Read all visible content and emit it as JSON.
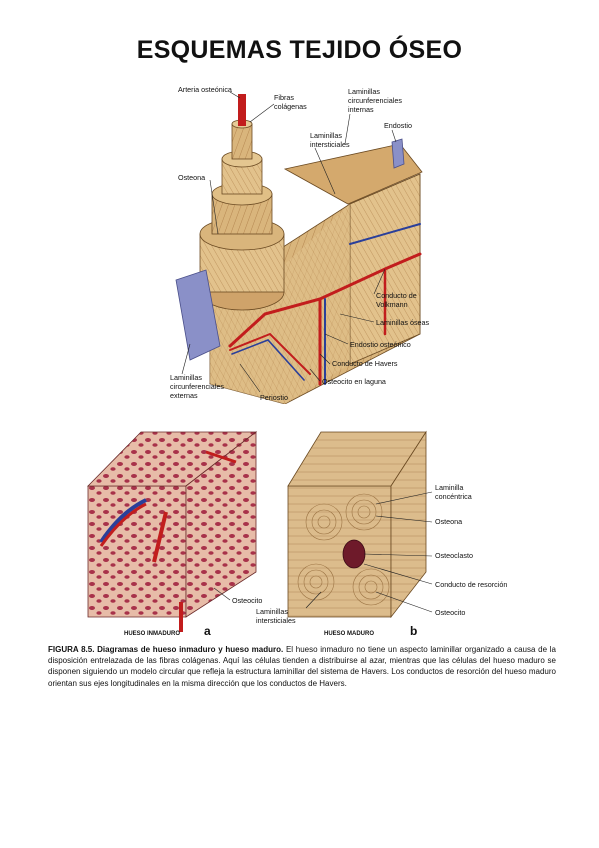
{
  "title": "ESQUEMAS TEJIDO ÓSEO",
  "top_diagram": {
    "labels": {
      "arteria": "Arteria osteónica",
      "fibras1": "Fibras",
      "fibras2": "colágenas",
      "lam_int1": "Laminillas",
      "lam_int2": "circunferenciales",
      "lam_int3": "internas",
      "endostio": "Endostio",
      "lam_inter1": "Laminillas",
      "lam_inter2": "intersticiales",
      "osteona": "Osteona",
      "volk1": "Conducto de",
      "volk2": "Volkmann",
      "lam_oseas": "Laminillas óseas",
      "endostio_osteonico": "Endostio osteónico",
      "havers": "Conducto de Havers",
      "osteocito_laguna": "Osteocito en laguna",
      "lam_ext1": "Laminillas",
      "lam_ext2": "circunferenciales",
      "lam_ext3": "externas",
      "periostio": "Periostio"
    }
  },
  "bottom_diagram": {
    "a": {
      "letter": "a",
      "caption": "HUESO INMADURO",
      "osteocito": "Osteocito"
    },
    "b": {
      "letter": "b",
      "caption": "HUESO MADURO",
      "lam_conc1": "Laminilla",
      "lam_conc2": "concéntrica",
      "osteona": "Osteona",
      "osteoclasto": "Osteoclasto",
      "resorcion": "Conducto de resorción",
      "osteocito": "Osteocito",
      "lam_inter1": "Laminillas",
      "lam_inter2": "intersticiales"
    }
  },
  "figure_caption": {
    "title": "FIGURA 8.5. Diagramas de hueso inmaduro y hueso maduro.",
    "text": " El hueso inmaduro no tiene un aspecto laminillar organizado a causa de la disposición entrelazada de las fibras colágenas. Aquí las células tienden a distribuirse al azar, mientras que las células del hueso maduro se disponen siguiendo un modelo circular que refleja la estructura laminillar del sistema de Havers. Los conductos de resorción del hueso maduro orientan sus ejes longitudinales en la misma dirección que los conductos de Havers."
  },
  "colors": {
    "bone": "#d8b37a",
    "bone_dark": "#b98a4e",
    "vessel_red": "#c21d1d",
    "vessel_blue": "#2a3f9a",
    "periosteum": "#8a90c8",
    "immature_bg": "#e6b8a4",
    "immature_cell": "#a8324a"
  }
}
